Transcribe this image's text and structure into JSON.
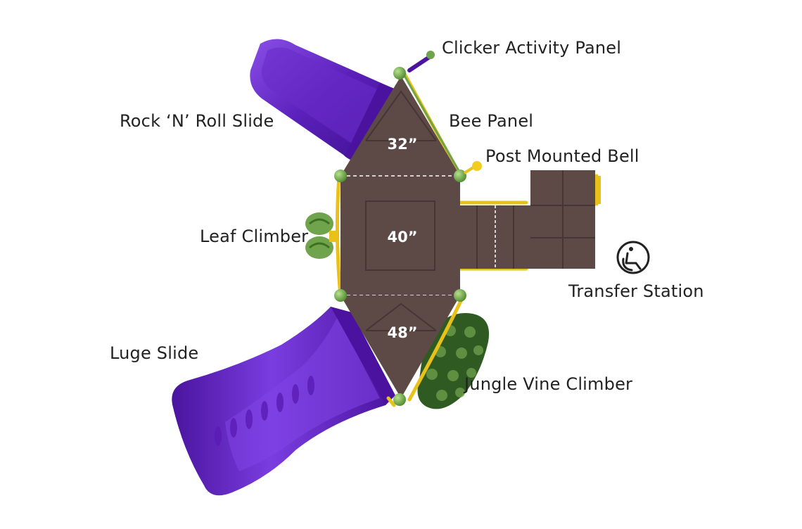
{
  "labels": {
    "clicker_activity_panel": "Clicker Activity Panel",
    "rock_n_roll_slide": "Rock ‘N’ Roll Slide",
    "bee_panel": "Bee Panel",
    "post_mounted_bell": "Post Mounted Bell",
    "leaf_climber": "Leaf Climber",
    "transfer_station": "Transfer Station",
    "luge_slide": "Luge Slide",
    "jungle_vine_climber": "Jungle Vine Climber"
  },
  "decks": {
    "top": "32”",
    "middle": "40”",
    "bottom": "48”"
  },
  "icons": {
    "accessibility": "wheelchair-transfer-icon"
  },
  "colors": {
    "deck": "#5d4a47",
    "slide": "#5a1fb8",
    "slide_light": "#7a3de0",
    "post": "#6fa34c",
    "climber": "#2f5a22",
    "rail": "#e8c21a"
  }
}
